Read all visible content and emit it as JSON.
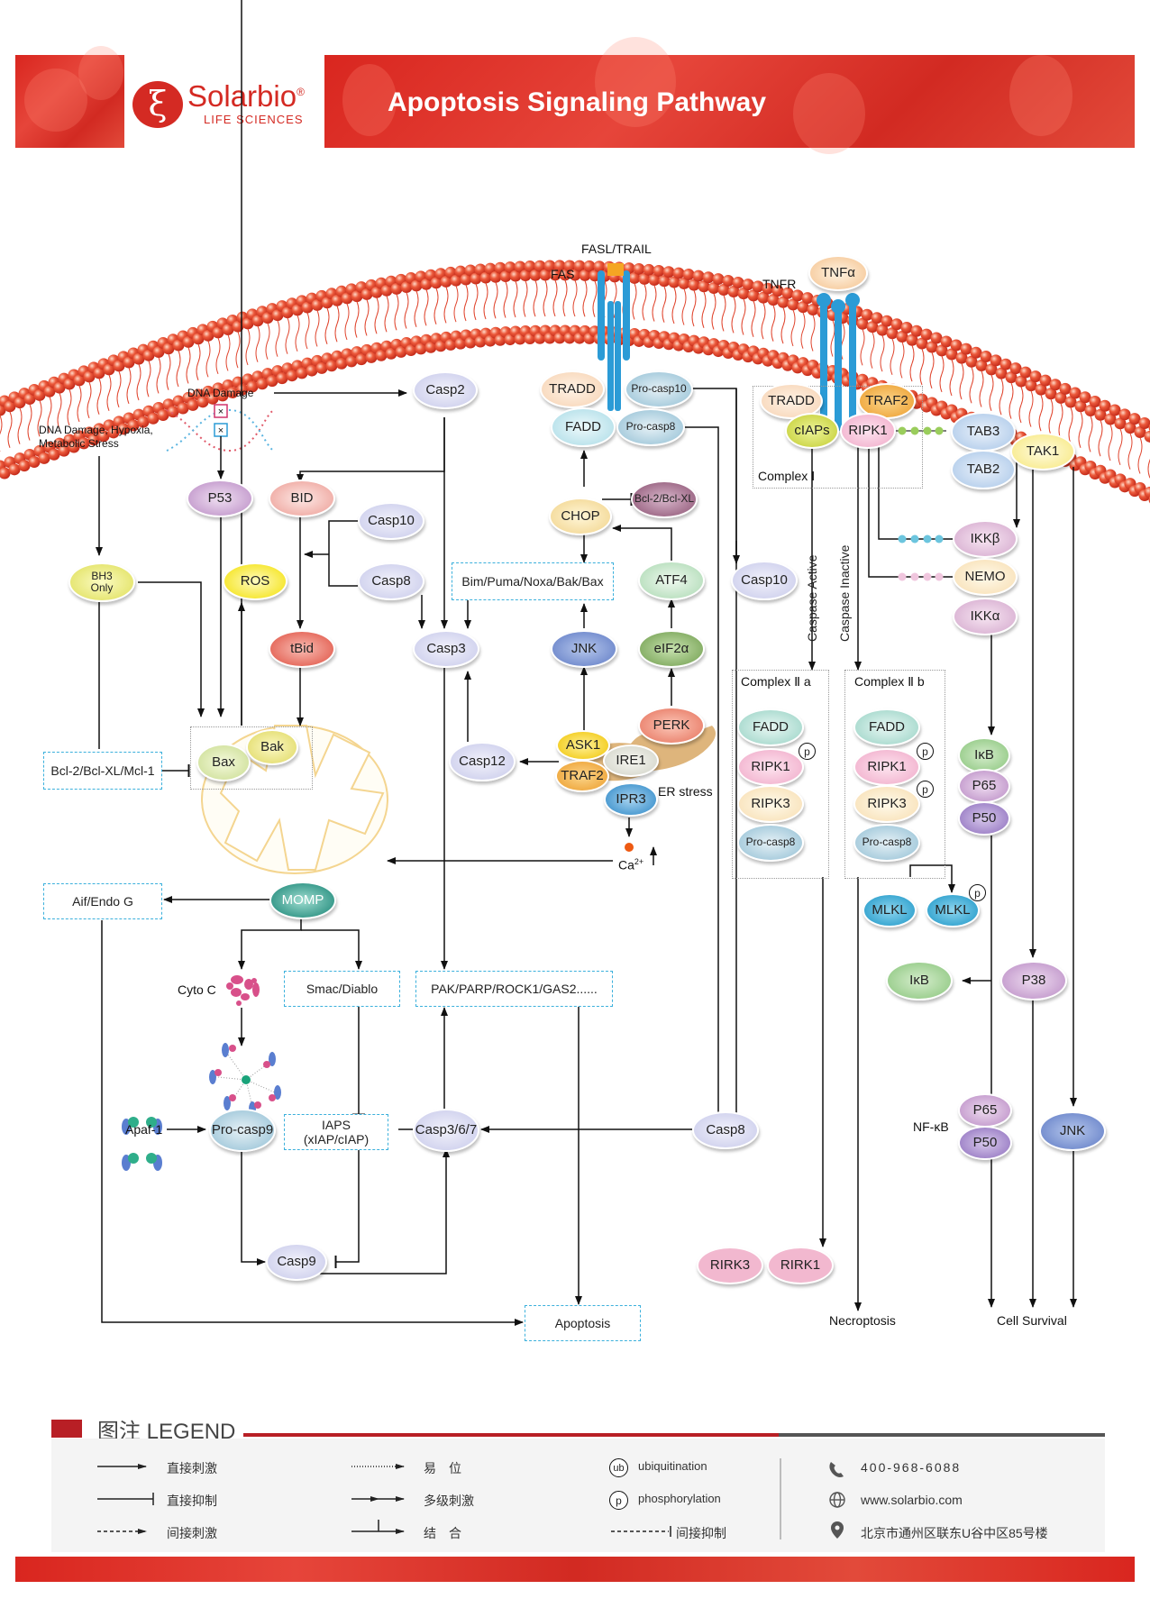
{
  "header": {
    "brand_name": "Solarbio",
    "brand_registered": "®",
    "brand_subtitle": "LIFE SCIENCES",
    "logo_glyph": "ξ",
    "title": "Apoptosis Signaling Pathway"
  },
  "colors": {
    "brand_red": "#d42a23",
    "membrane_red": "#e0452e",
    "receptor_blue": "#2b9bd6",
    "dashed_box_blue": "#3bb0dc"
  },
  "labels": {
    "fasl_trail": "FASL/TRAIL",
    "fas": "FAS",
    "tnfr": "TNFR",
    "dna_damage": "DNA Damage",
    "stress_line1": "DNA Damage, Hypoxia,",
    "stress_line2": "Metabolic Stress",
    "complex1": "Complex Ⅰ",
    "complex2a": "Complex Ⅱ a",
    "complex2b": "Complex Ⅱ b",
    "caspase_active": "Caspase Active",
    "caspase_inactive": "Caspase Inactive",
    "er_stress": "ER stress",
    "ca": "Ca",
    "ca_sup": "2+",
    "cyto_c": "Cyto C",
    "apaf1": "Apaf-1",
    "nfkb": "NF-κB",
    "necroptosis": "Necroptosis",
    "cell_survival": "Cell Survival",
    "p": "p"
  },
  "nodes": {
    "tnfa": "TNFα",
    "tradd_fas": "TRADD",
    "fadd_fas": "FADD",
    "procasp10": "Pro-casp10",
    "procasp8": "Pro-casp8",
    "tradd_tnf": "TRADD",
    "traf2_tnf": "TRAF2",
    "ciaps": "cIAPs",
    "ripk1": "RIPK1",
    "tab3": "TAB3",
    "tab2": "TAB2",
    "tak1": "TAK1",
    "casp2": "Casp2",
    "p53": "P53",
    "bid": "BID",
    "casp10_left": "Casp10",
    "casp8_left": "Casp8",
    "bh3_line1": "BH3",
    "bh3_line2": "Only",
    "ros": "ROS",
    "tbid": "tBid",
    "casp3": "Casp3",
    "chop": "CHOP",
    "bcl2_bclxl": "Bcl-2/Bcl-XL",
    "atf4": "ATF4",
    "jnk_mid": "JNK",
    "eif2a": "eIF2α",
    "perk": "PERK",
    "ask1": "ASK1",
    "ire1": "IRE1",
    "traf2_er": "TRAF2",
    "ipr3": "IPR3",
    "casp12": "Casp12",
    "bax": "Bax",
    "bak": "Bak",
    "momp": "MOMP",
    "casp10_right": "Casp10",
    "ikkb": "IKKβ",
    "nemo": "NEMO",
    "ikka": "IKKα",
    "c2a_fadd": "FADD",
    "c2a_ripk1": "RIPK1",
    "c2a_ripk3": "RIPK3",
    "c2a_procasp8": "Pro-casp8",
    "c2b_fadd": "FADD",
    "c2b_ripk1": "RIPK1",
    "c2b_ripk3": "RIPK3",
    "c2b_procasp8": "Pro-casp8",
    "mlkl1": "MLKL",
    "mlkl2": "MLKL",
    "ikb_top": "IκB",
    "p65_top": "P65",
    "p50_top": "P50",
    "ikb_mid": "IκB",
    "p38": "P38",
    "procasp9": "Pro-casp9",
    "casp367": "Casp3/6/7",
    "casp8_right": "Casp8",
    "casp9": "Casp9",
    "p65_bot": "P65",
    "p50_bot": "P50",
    "jnk_right": "JNK",
    "rirk3": "RIRK3",
    "rirk1": "RIRK1"
  },
  "boxes": {
    "bim": "Bim/Puma/Noxa/Bak/Bax",
    "bcl2_mcl1": "Bcl-2/Bcl-XL/Mcl-1",
    "aif": "Aif/Endo G",
    "smac": "Smac/Diablo",
    "pak": "PAK/PARP/ROCK1/GAS2......",
    "iaps_line1": "IAPS",
    "iaps_line2": "(xIAP/cIAP)",
    "apoptosis": "Apoptosis"
  },
  "legend": {
    "title": "图注 LEGEND",
    "items": [
      {
        "symbol": "direct-activation",
        "label": "直接刺激"
      },
      {
        "symbol": "direct-inhibition",
        "label": "直接抑制"
      },
      {
        "symbol": "indirect-activation",
        "label": "间接刺激"
      },
      {
        "symbol": "translocation",
        "label": "易　位"
      },
      {
        "symbol": "multistep-activation",
        "label": "多级刺激"
      },
      {
        "symbol": "binding",
        "label": "结　合"
      },
      {
        "symbol": "ub",
        "glyph": "ub",
        "label": "ubiquitination"
      },
      {
        "symbol": "p",
        "glyph": "p",
        "label": "phosphorylation"
      },
      {
        "symbol": "indirect-inhibition",
        "label": "间接抑制"
      }
    ]
  },
  "contact": {
    "phone": "400-968-6088",
    "website": "www.solarbio.com",
    "address": "北京市通州区联东U谷中区85号楼"
  }
}
